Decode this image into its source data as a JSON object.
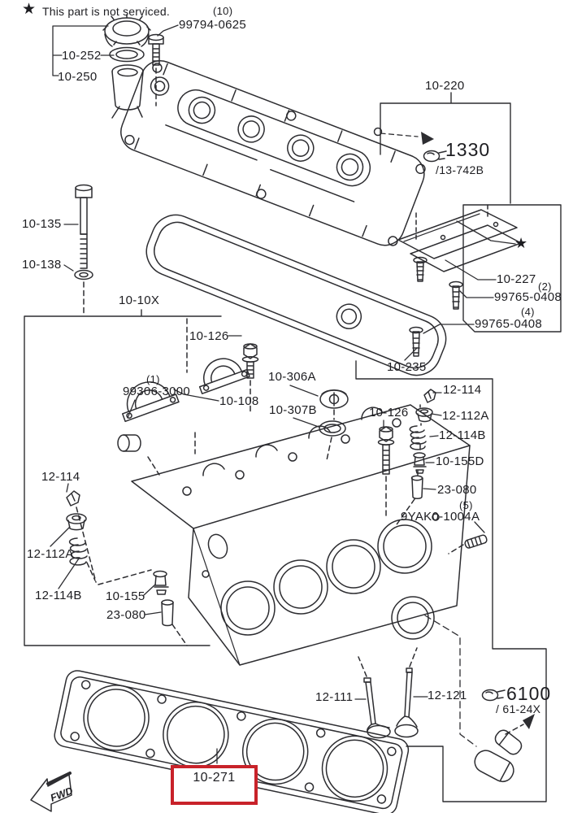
{
  "note": {
    "star": "★",
    "text": "This part is not serviced."
  },
  "colors": {
    "line": "#2d2d31",
    "highlight": "#c8222a"
  },
  "labels": {
    "oil_cap_bolt_qty": "(10)",
    "oil_cap_bolt": "99794-0625",
    "cap_gasket": "10-252",
    "filler_cap": "10-250",
    "valve_cover": "10-220",
    "clip": "1330",
    "clip_ref": "/13-742B",
    "cover_bolt": "10-135",
    "cover_bolt_washer": "10-138",
    "head_assy": "10-10X",
    "plate_star": "★",
    "baffle_plate": "10-227",
    "plate_screw_qty2": "(2)",
    "plate_screw_a": "99765-0408",
    "plate_screw_qty4": "(4)",
    "plate_screw_b": "99765-0408",
    "cover_gasket": "10-235",
    "head_bolt_top": "10-126",
    "cam_cap_qty": "(1)",
    "cam_cap": "99306-3000",
    "cam_cap_b": "10-108",
    "blind_plug": "10-306A",
    "plug_gasket": "10-307B",
    "head_bolt_right": "10-126",
    "keeper_right": "12-114",
    "seat_right": "12-112A",
    "spring_right": "12-114B",
    "seal_right": "10-155D",
    "guide_right": "23-080",
    "stud_qty": "(5)",
    "stud": "9YAK0-1004A",
    "keeper_left": "12-114",
    "seat_left": "12-112A",
    "spring_left": "12-114B",
    "seal_left": "10-155",
    "guide_left": "23-080",
    "intake_valve": "12-111",
    "exhaust_valve": "12-121",
    "elbow": "6100",
    "elbow_ref": "/ 61-24X",
    "head_gasket": "10-271",
    "fwd": "FWD"
  }
}
